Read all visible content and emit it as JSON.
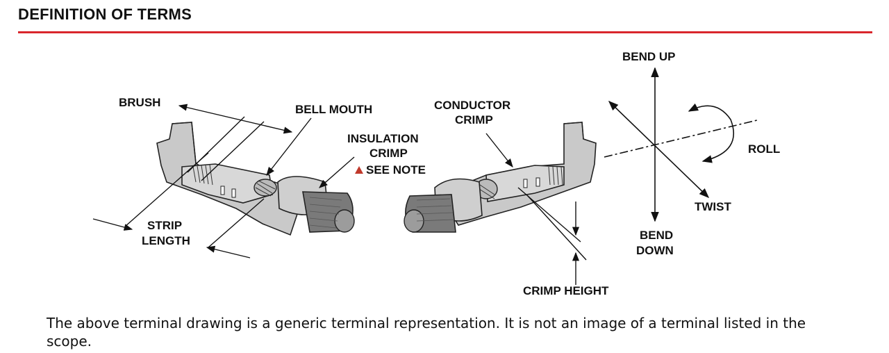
{
  "header": {
    "title": "DEFINITION OF TERMS",
    "rule_color": "#d9262c"
  },
  "labels": {
    "brush": "BRUSH",
    "bell_mouth": "BELL MOUTH",
    "insulation_crimp_1": "INSULATION",
    "insulation_crimp_2": "CRIMP",
    "see_note": "SEE NOTE",
    "strip_length_1": "STRIP",
    "strip_length_2": "LENGTH",
    "conductor_crimp_1": "CONDUCTOR",
    "conductor_crimp_2": "CRIMP",
    "crimp_height": "CRIMP HEIGHT",
    "bend_up": "BEND UP",
    "bend_down_1": "BEND",
    "bend_down_2": "DOWN",
    "twist": "TWIST",
    "roll": "ROLL"
  },
  "colors": {
    "note_marker": "#c0392b",
    "terminal_fill": "#c9c9c9",
    "terminal_stroke": "#222222",
    "wire_fill": "#7a7a7a"
  },
  "caption": "The above terminal drawing is a generic terminal representation. It is not an image of a terminal listed in the scope."
}
